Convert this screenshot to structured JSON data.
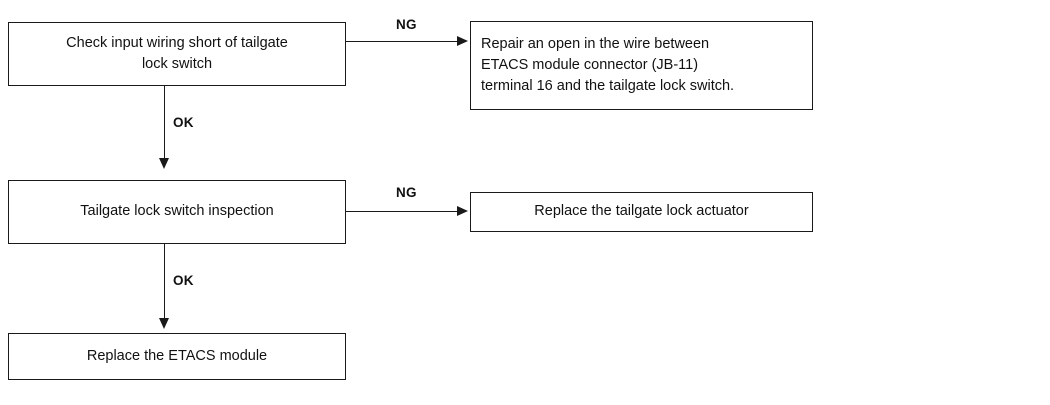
{
  "diagram": {
    "type": "troubleshooting-flowchart",
    "background_color": "#ffffff",
    "line_color": "#1a1a1a",
    "text_color": "#111111",
    "nodes": [
      {
        "id": "check-input-wiring",
        "text": "Check input wiring short of tailgate\nlock switch",
        "align": "center"
      },
      {
        "id": "repair-open-wire",
        "text": "Repair an open in the wire between\nETACS module connector (JB-11)\nterminal 16 and the tailgate lock switch.",
        "align": "left"
      },
      {
        "id": "tailgate-inspect",
        "text": "Tailgate lock switch inspection",
        "align": "center"
      },
      {
        "id": "replace-actuator",
        "text": "Replace the tailgate lock actuator",
        "align": "center"
      },
      {
        "id": "replace-etacs",
        "text": "Replace the ETACS module",
        "align": "center"
      }
    ],
    "edges": [
      {
        "id": "edge-ng-1",
        "label": "NG",
        "from": "check-input-wiring",
        "to": "repair-open-wire",
        "direction": "right"
      },
      {
        "id": "edge-ok-1",
        "label": "OK",
        "from": "check-input-wiring",
        "to": "tailgate-inspect",
        "direction": "down"
      },
      {
        "id": "edge-ng-2",
        "label": "NG",
        "from": "tailgate-inspect",
        "to": "replace-actuator",
        "direction": "right"
      },
      {
        "id": "edge-ok-2",
        "label": "OK",
        "from": "tailgate-inspect",
        "to": "replace-etacs",
        "direction": "down"
      }
    ]
  }
}
